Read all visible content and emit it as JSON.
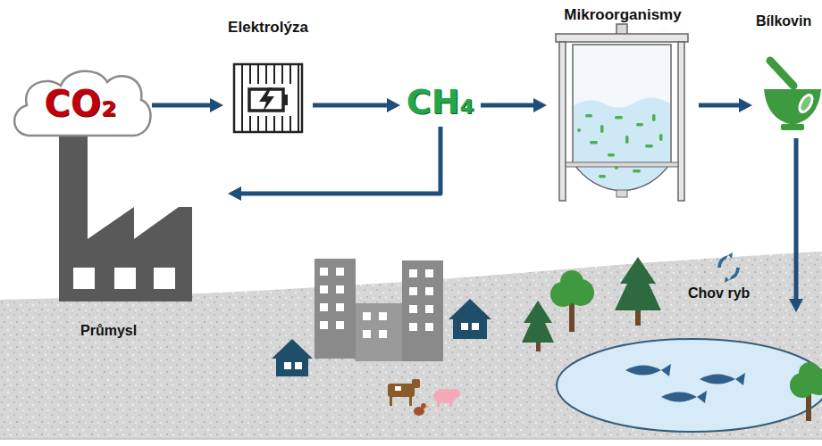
{
  "diagram": {
    "nodes": [
      {
        "text": [
          "CO₂"
        ]
      },
      {
        "text": [
          "Elektrolýza"
        ]
      },
      {
        "text": [
          "CH₄"
        ]
      },
      {
        "text": [
          "Mikroorganismy"
        ]
      },
      {
        "text": [
          "Bílkovin"
        ]
      },
      {
        "text": [
          "Průmysl"
        ]
      },
      {
        "text": [
          "Chov ryb"
        ]
      }
    ],
    "edges": [
      {
        "from": 0,
        "to": 1,
        "arrow": "to"
      },
      {
        "from": 1,
        "to": 2,
        "arrow": "to"
      },
      {
        "from": 2,
        "to": 3,
        "arrow": "to"
      },
      {
        "from": 3,
        "to": 4,
        "arrow": "to"
      },
      {
        "from": 2,
        "to": 5,
        "arrow": "to"
      },
      {
        "from": 4,
        "to": 6,
        "arrow": "to"
      }
    ]
  }
}
